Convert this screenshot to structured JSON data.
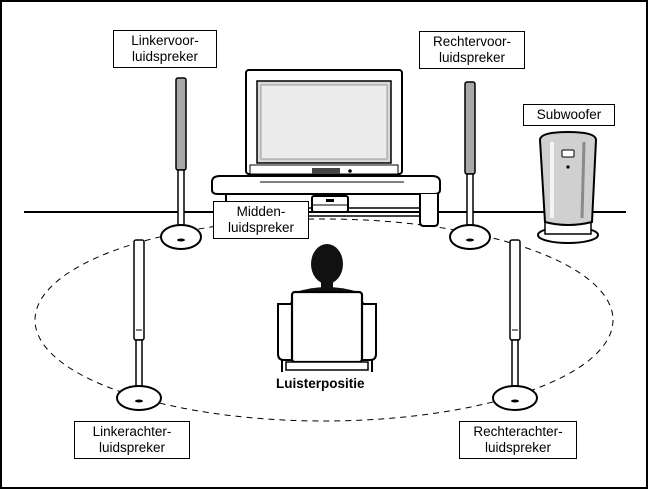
{
  "labels": {
    "front_left": [
      "Linkervoor-",
      "luidspreker"
    ],
    "front_right": [
      "Rechtervoor-",
      "luidspreker"
    ],
    "subwoofer": "Subwoofer",
    "center": [
      "Midden-",
      "luidspreker"
    ],
    "listening_position": "Luisterpositie",
    "rear_left": [
      "Linkerachter-",
      "luidspreker"
    ],
    "rear_right": [
      "Rechterachter-",
      "luidspreker"
    ]
  }
}
